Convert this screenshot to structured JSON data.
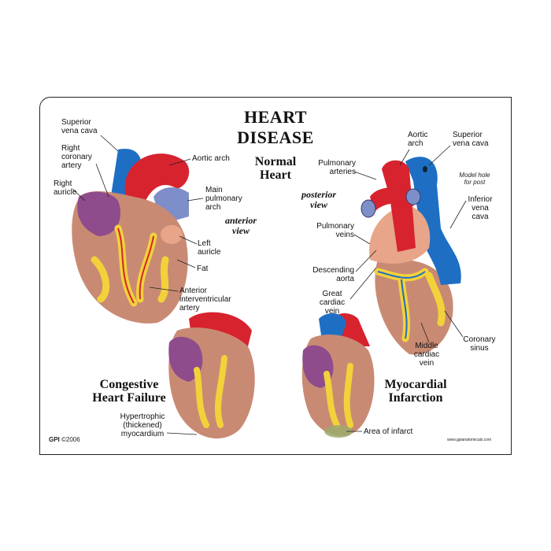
{
  "title": "HEART DISEASE",
  "views": {
    "normal": "Normal\nHeart",
    "anterior": "anterior\nview",
    "posterior": "posterior\nview",
    "chf": "Congestive\nHeart Failure",
    "mi": "Myocardial\nInfarction"
  },
  "labels": {
    "superior_vena_cava_l": "Superior\nvena cava",
    "right_coronary_artery": "Right\ncoronary\nartery",
    "right_auricle": "Right\nauricle",
    "aortic_arch_l": "Aortic arch",
    "main_pulmonary_arch": "Main\npulmonary\narch",
    "left_auricle": "Left\nauricle",
    "fat": "Fat",
    "anterior_interventricular_artery": "Anterior\ninterventricular\nartery",
    "aortic_arch_r": "Aortic\narch",
    "superior_vena_cava_r": "Superior\nvena cava",
    "pulmonary_arteries": "Pulmonary\narteries",
    "model_hole": "Model hole\nfor post",
    "inferior_vena_cava": "Inferior\nvena\ncava",
    "pulmonary_veins": "Pulmonary\nveins",
    "descending_aorta": "Descending\naorta",
    "great_cardiac_vein": "Great\ncardiac\nvein",
    "coronary_sinus": "Coronary\nsinus",
    "middle_cardiac_vein": "Middle\ncardiac\nvein",
    "hypertrophic": "Hypertrophic\n(thickened)\nmyocardium",
    "area_of_infarct": "Area of infarct"
  },
  "footer": {
    "brand": "GPI",
    "year": "©2006",
    "url": "www.gpianatomicals.com"
  },
  "colors": {
    "vessel_red": "#d7232e",
    "vessel_blue": "#1e6fc4",
    "muscle": "#c98a74",
    "fat_yellow": "#f2d23a",
    "atrium_purple": "#8e4c8c"
  }
}
